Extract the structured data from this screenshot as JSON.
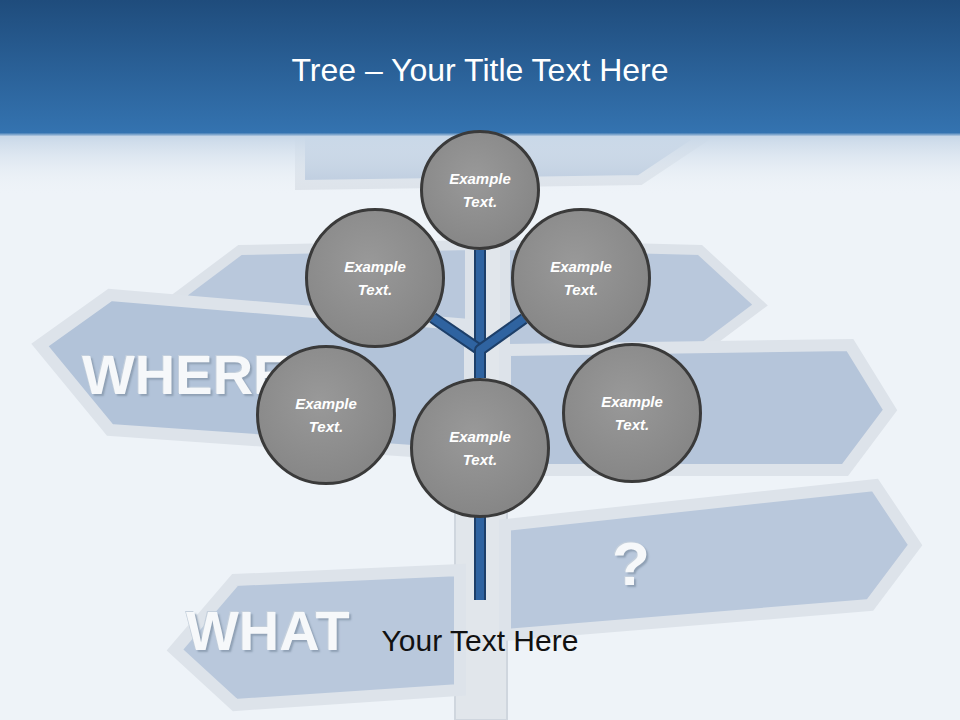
{
  "diagram": {
    "title": "Tree – Your Title Text Here",
    "caption": "Your Text Here",
    "nodes": [
      {
        "text": [
          "Example Text."
        ]
      },
      {
        "text": [
          "Example Text."
        ]
      },
      {
        "text": [
          "Example Text."
        ]
      },
      {
        "text": [
          "Example Text."
        ]
      },
      {
        "text": [
          "Example Text."
        ]
      },
      {
        "text": [
          "Example Text."
        ]
      }
    ],
    "edges": [
      {
        "from": 4,
        "to": 0,
        "arrow": "none"
      },
      {
        "from": 4,
        "to": 1,
        "arrow": "none"
      },
      {
        "from": 4,
        "to": 2,
        "arrow": "none"
      }
    ],
    "labels": [
      "WHERE",
      "WHAT",
      "?"
    ]
  }
}
